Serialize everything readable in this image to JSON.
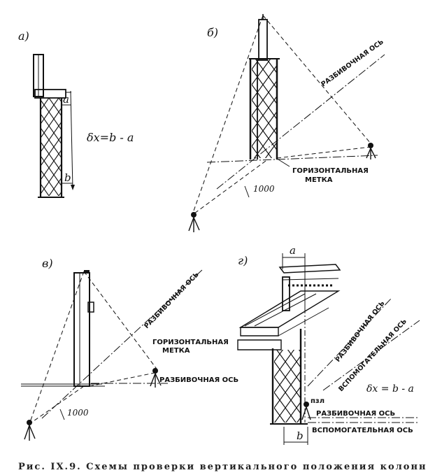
{
  "panels": {
    "a": {
      "label": "а)",
      "dim_top": "a",
      "dim_bottom": "b",
      "formula": "δx=b - a"
    },
    "b": {
      "label": "б)",
      "axis_label": "РАЗБИВОЧНАЯ ОСЬ",
      "mark_label_1": "ГОРИЗОНТАЛЬНАЯ",
      "mark_label_2": "МЕТКА",
      "distance": "1000"
    },
    "v": {
      "label": "в)",
      "axis_label_top": "РАЗБИВОЧНАЯ ОСЬ",
      "mark_label_1": "ГОРИЗОНТАЛЬНАЯ",
      "mark_label_2": "МЕТКА",
      "axis_label_ground": "РАЗБИВОЧНАЯ ОСЬ",
      "distance": "1000"
    },
    "g": {
      "label": "г)",
      "dim_top": "a",
      "dim_bottom": "b",
      "axis_label": "РАЗБИВОЧНАЯ ОСЬ",
      "aux_axis_label": "ВСПОМОГАТЕЛЬНАЯ ОСЬ",
      "formula": "δx = b - a",
      "marker": "пзл",
      "ground_axis_label": "РАЗБИВОЧНАЯ ОСЬ",
      "ground_aux_label": "ВСПОМОГАТЕЛЬНАЯ ОСЬ"
    }
  },
  "caption": "Рис. IX.9. Схемы проверки вертикального положения колонн"
}
